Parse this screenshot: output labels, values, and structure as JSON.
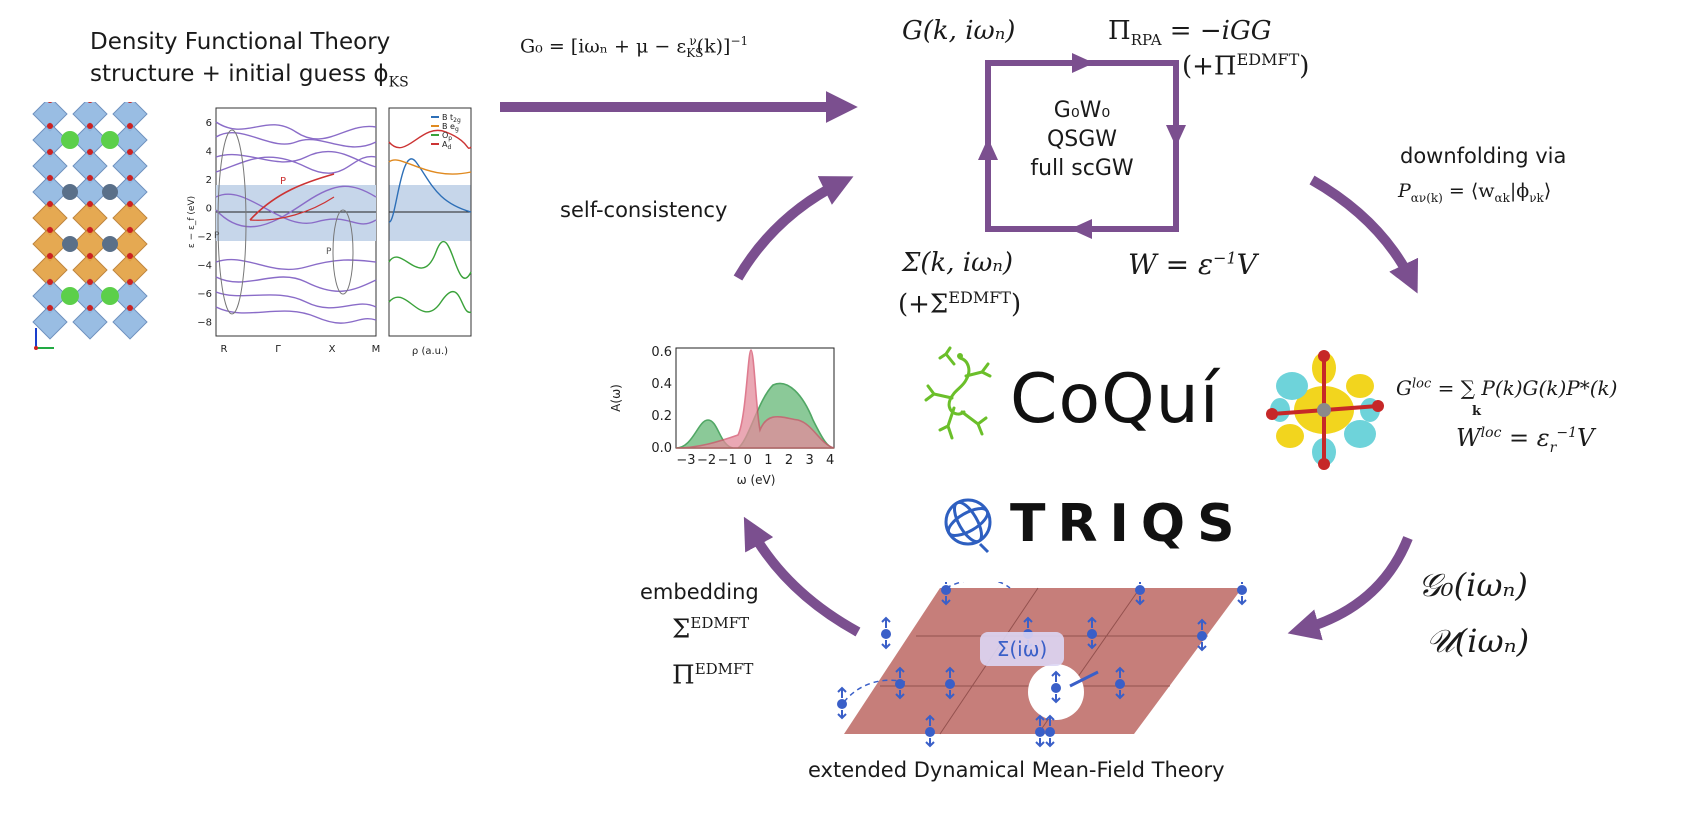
{
  "dft": {
    "title_line1": "Density Functional Theory",
    "title_line2": "structure + initial guess ϕ",
    "title_sub": "KS",
    "band_legend": [
      "B t",
      "B e",
      "O",
      "A"
    ],
    "band_legend_sub": [
      "2g",
      "g",
      "p",
      "d"
    ],
    "band_ylabel": "ε − ε_f (eV)",
    "band_yticks": [
      "6",
      "4",
      "2",
      "0",
      "−2",
      "−4",
      "−6",
      "−8"
    ],
    "band_xticks": [
      "R",
      "Γ",
      "X",
      "M"
    ],
    "band_dos_label": "ρ (a.u.)",
    "band_annot_p1": "P",
    "band_annot_p2": "P",
    "band_annot_p3": "P"
  },
  "equations": {
    "g0": "G₀ = [iωₙ + μ − ε",
    "g0_sup": "ν",
    "g0_sub": "KS",
    "g0_tail": "(k)]",
    "g0_exp": "−1",
    "gk": "G(k, iωₙ)",
    "pi_rpa": "Π",
    "pi_rpa_sub": "RPA",
    "pi_rpa_rhs": " = −iGG",
    "pi_edmft": "(+Π",
    "pi_edmft_sup": "EDMFT",
    "pi_edmft_close": ")",
    "sigma": "Σ(k, iωₙ)",
    "sigma_edmft": "(+Σ",
    "sigma_edmft_sup": "EDMFT",
    "sigma_edmft_close": ")",
    "w": "W = ε",
    "w_sup": "−1",
    "w_tail": "V",
    "gloc_lhs": "G",
    "gloc_sup": "loc",
    "gloc_rhs": " = ∑ P(k)G(k)P*(k)",
    "gloc_sum_index": "k",
    "wloc_lhs": "W",
    "wloc_sup": "loc",
    "wloc_mid": " = ε",
    "wloc_sub": "r",
    "wloc_sup2": "−1",
    "wloc_tail": "V",
    "g0_imp": "𝒢₀(iωₙ)",
    "u_imp": "𝒰(iωₙ)",
    "sigma_emb": "Σ",
    "sigma_emb_sup": "EDMFT",
    "pi_emb": "Π",
    "pi_emb_sup": "EDMFT"
  },
  "gw_box": {
    "line1": "G₀W₀",
    "line2": "QSGW",
    "line3": "full scGW"
  },
  "labels": {
    "self_consistency": "self-consistency",
    "downfolding": "downfolding via",
    "projector": "P",
    "projector_sub": "αν(k)",
    "projector_rhs": " = ⟨w",
    "projector_rhs_sub": "αk",
    "projector_rhs2": "|ϕ",
    "projector_rhs2_sub": "νk",
    "projector_close": "⟩",
    "embedding": "embedding",
    "edmft": "extended Dynamical Mean-Field Theory",
    "lattice_sigma": "Σ(iω)"
  },
  "logos": {
    "coqui": "CoQuí",
    "triqs": "TRIQS"
  },
  "spectral_plot": {
    "ylabel": "A(ω)",
    "xlabel": "ω (eV)",
    "yticks": [
      "0.6",
      "0.4",
      "0.2",
      "0.0"
    ],
    "xticks": [
      "−3",
      "−2",
      "−1",
      "0",
      "1",
      "2",
      "3",
      "4"
    ]
  },
  "colors": {
    "arrow": "#7b4f8f",
    "box": "#7b4f8f",
    "lattice": "#c0706c",
    "spin": "#3a5fc8",
    "green": "#3f9e55",
    "pink": "#d4506a"
  }
}
